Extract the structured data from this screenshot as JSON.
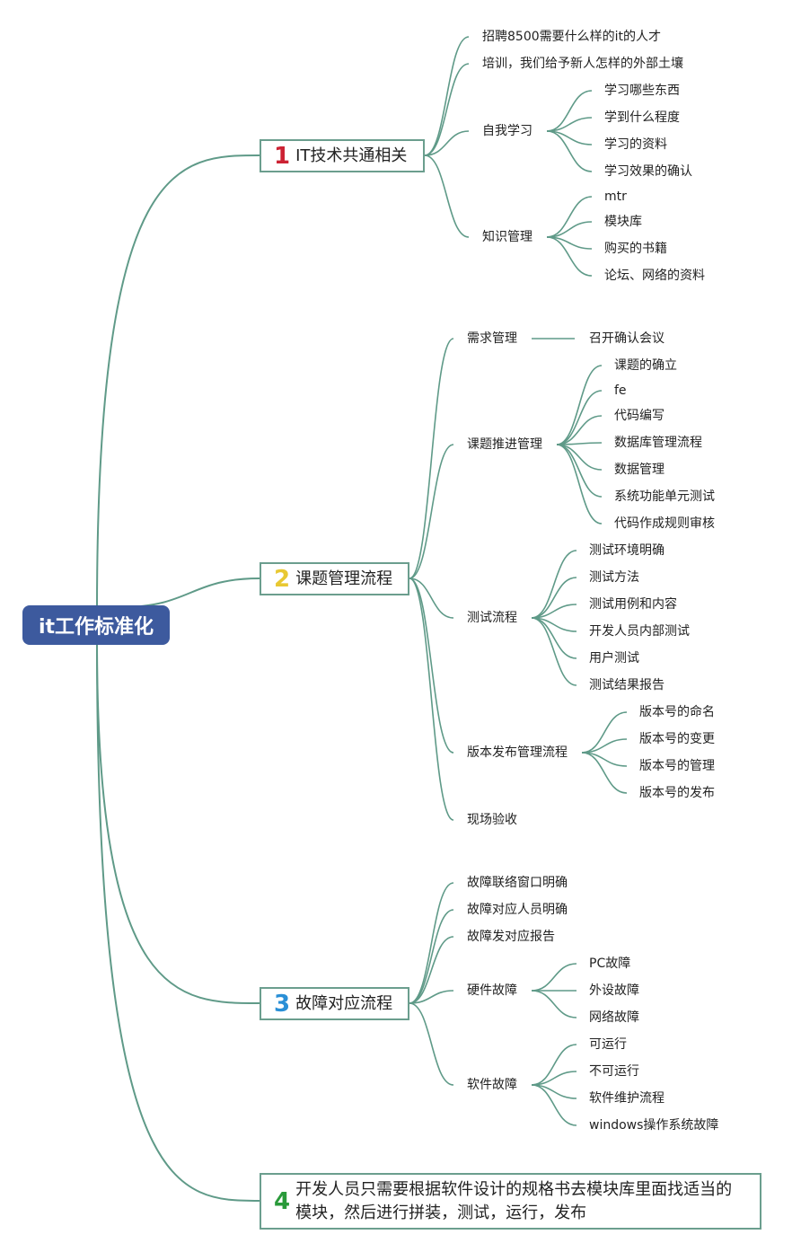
{
  "root": {
    "label": "it工作标准化",
    "color": "#3d5a9e"
  },
  "line_color": "#5f9a88",
  "branches": [
    {
      "num": "1",
      "num_color": "#cc2233",
      "label": "IT技术共通相关",
      "children": [
        {
          "label": "招聘8500需要什么样的it的人才"
        },
        {
          "label": "培训，我们给予新人怎样的外部土壤"
        },
        {
          "label": "自我学习",
          "children": [
            "学习哪些东西",
            "学到什么程度",
            "学习的资料",
            "学习效果的确认"
          ]
        },
        {
          "label": "知识管理",
          "children": [
            "mtr",
            "模块库",
            "购买的书籍",
            "论坛、网络的资料"
          ]
        }
      ]
    },
    {
      "num": "2",
      "num_color": "#e8c832",
      "label": "课题管理流程",
      "children": [
        {
          "label": "需求管理",
          "children": [
            "召开确认会议"
          ]
        },
        {
          "label": "课题推进管理",
          "children": [
            "课题的确立",
            "fe",
            "代码编写",
            "数据库管理流程",
            "数据管理",
            "系统功能单元测试",
            "代码作成规则审核"
          ]
        },
        {
          "label": "测试流程",
          "children": [
            "测试环境明确",
            "测试方法",
            "测试用例和内容",
            "开发人员内部测试",
            "用户测试",
            "测试结果报告"
          ]
        },
        {
          "label": "版本发布管理流程",
          "children": [
            "版本号的命名",
            "版本号的变更",
            "版本号的管理",
            "版本号的发布"
          ]
        },
        {
          "label": "现场验收"
        }
      ]
    },
    {
      "num": "3",
      "num_color": "#2a8fd6",
      "label": "故障对应流程",
      "children": [
        {
          "label": "故障联络窗口明确"
        },
        {
          "label": "故障对应人员明确"
        },
        {
          "label": "故障发对应报告"
        },
        {
          "label": "硬件故障",
          "children": [
            "PC故障",
            "外设故障",
            "网络故障"
          ]
        },
        {
          "label": "软件故障",
          "children": [
            "可运行",
            "不可运行",
            "软件维护流程",
            "windows操作系统故障"
          ]
        }
      ]
    },
    {
      "num": "4",
      "num_color": "#2a9a3a",
      "label_lines": [
        "开发人员只需要根据软件设计的规格书去模块库里面找适当的",
        "模块，然后进行拼装，测试，运行，发布"
      ]
    }
  ]
}
